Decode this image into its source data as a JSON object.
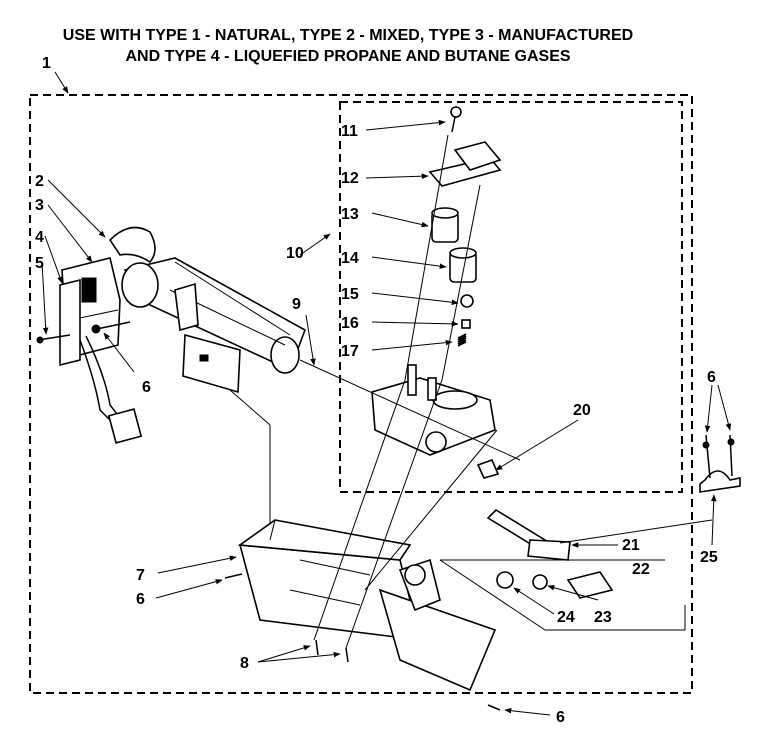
{
  "title_lines": [
    "USE WITH TYPE 1 - NATURAL, TYPE 2 - MIXED, TYPE 3 - MANUFACTURED",
    "AND TYPE 4 - LIQUEFIED PROPANE AND BUTANE GASES"
  ],
  "callouts": {
    "c1": "1",
    "c2": "2",
    "c3": "3",
    "c4": "4",
    "c5": "5",
    "c6a": "6",
    "c6b": "6",
    "c6c": "6",
    "c6d": "6",
    "c7": "7",
    "c8": "8",
    "c9": "9",
    "c10": "10",
    "c11": "11",
    "c12": "12",
    "c13": "13",
    "c14": "14",
    "c15": "15",
    "c16": "16",
    "c17": "17",
    "c20": "20",
    "c21": "21",
    "c22": "22",
    "c23": "23",
    "c24": "24",
    "c25": "25"
  }
}
